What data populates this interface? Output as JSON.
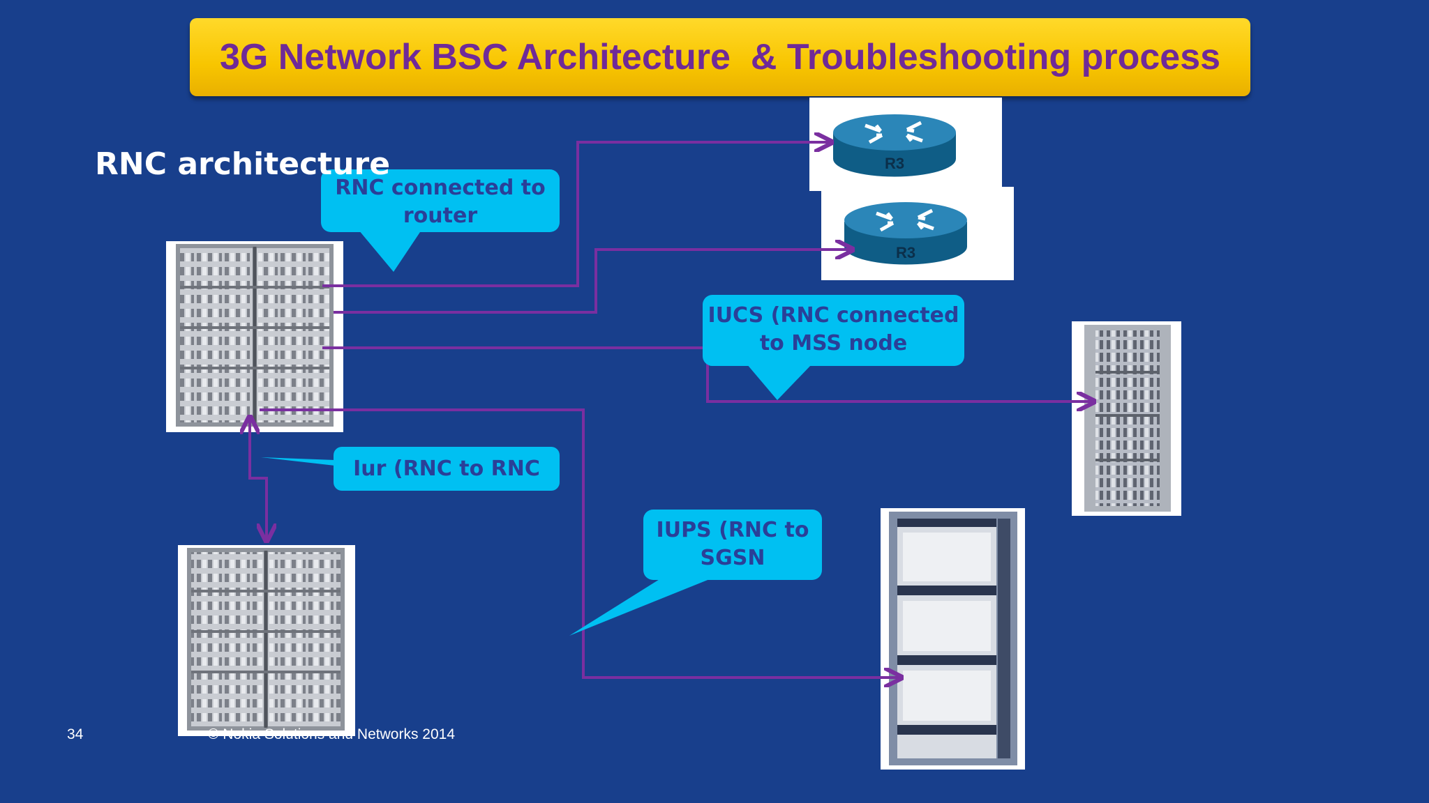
{
  "slide": {
    "title": "3G Network BSC Architecture  & Troubleshooting process",
    "section_title": "RNC architecture",
    "slide_number": "34",
    "copyright": "© Nokia Solutions and Networks 2014"
  },
  "callouts": {
    "router": [
      "RNC connected to",
      "router"
    ],
    "iucs": [
      "IUCS (RNC connected",
      "to MSS node"
    ],
    "iur": [
      "Iur (RNC to RNC"
    ],
    "iups": [
      "IUPS (RNC to",
      "SGSN"
    ]
  },
  "routers": {
    "router1_label": "R3",
    "router2_label": "R3"
  },
  "colors": {
    "background": "#183f8c",
    "banner": "#f8c500",
    "title_text": "#6f2a98",
    "callout_fill": "#00c0f2",
    "callout_text": "#2a3f98",
    "connector": "#7a2fa0",
    "router_body": "#1c6f9c"
  }
}
